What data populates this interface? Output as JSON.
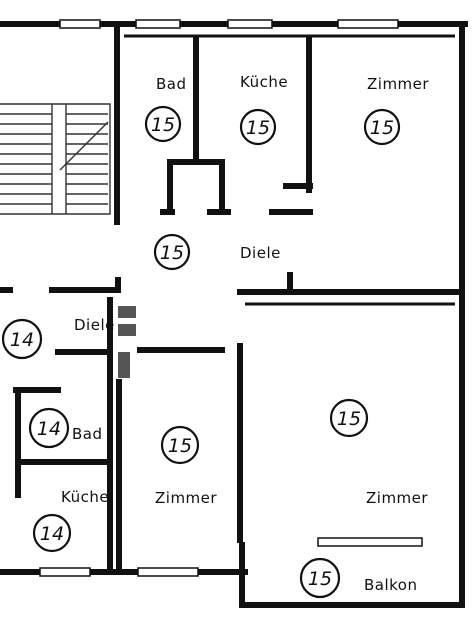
{
  "rooms": {
    "bad_a": {
      "label": "Bad",
      "number": "15"
    },
    "kueche_a": {
      "label": "Küche",
      "number": "15"
    },
    "zimmer_a": {
      "label": "Zimmer",
      "number": "15"
    },
    "diele_a": {
      "label": "Diele",
      "number": "15"
    },
    "zimmer_b": {
      "label": "Zimmer",
      "number": "15"
    },
    "zimmer_c": {
      "label": "Zimmer",
      "number": "15"
    },
    "balkon": {
      "label": "Balkon",
      "number": "15"
    },
    "diele_b": {
      "label": "Diele",
      "number": "14"
    },
    "bad_b": {
      "label": "Bad",
      "number": "14"
    },
    "kueche_b": {
      "label": "Küche",
      "number": "14"
    }
  }
}
